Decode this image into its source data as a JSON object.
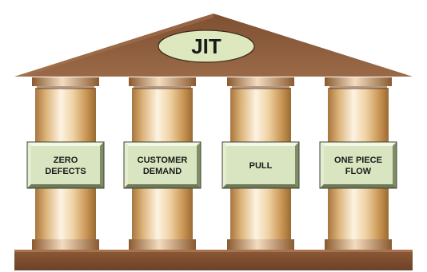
{
  "title": "JIT",
  "pillars": [
    {
      "line1": "ZERO",
      "line2": "DEFECTS"
    },
    {
      "line1": "CUSTOMER",
      "line2": "DEMAND"
    },
    {
      "line1": "PULL",
      "line2": ""
    },
    {
      "line1": "ONE PIECE",
      "line2": "FLOW"
    }
  ],
  "colors": {
    "roof": "#8c5a3a",
    "oval": "#dde8bf",
    "plaque": "#d9e5c0",
    "column_light": "#fbeedd",
    "column_mid": "#e8c48e",
    "column_dark": "#b07a3f",
    "base": "#7a4a2c"
  }
}
